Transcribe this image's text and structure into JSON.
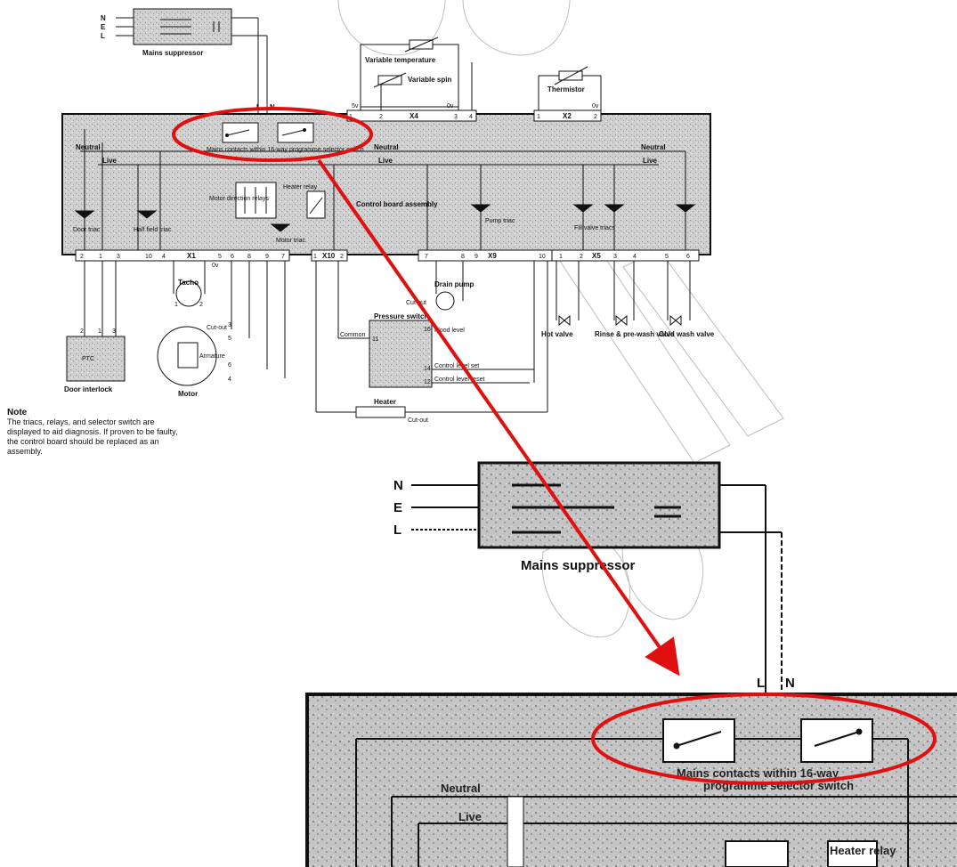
{
  "supply": {
    "n": "N",
    "e": "E",
    "l": "L"
  },
  "mains_suppressor": "Mains suppressor",
  "terminals": {
    "l": "L",
    "n": "N"
  },
  "mains_contacts": "Mains contacts within 16-way programme selector switch",
  "mains_contacts_zoom_line1": "Mains contacts within 16-way",
  "mains_contacts_zoom_line2": "programme selector switch",
  "variable_temperature": "Variable temperature",
  "variable_spin": "Variable spin",
  "thermistor": "Thermistor",
  "connectors": {
    "x1": "X1",
    "x2": "X2",
    "x4": "X4",
    "x5": "X5",
    "x9": "X9",
    "x10": "X10"
  },
  "rails": {
    "neutral": "Neutral",
    "live": "Live"
  },
  "supply_labels": {
    "five_v": "5v",
    "zero_v": "0v"
  },
  "pin_numbers": {
    "n1": "1",
    "n2": "2",
    "n3": "3",
    "n4": "4",
    "n5": "5",
    "n6": "6",
    "n7": "7",
    "n8": "8",
    "n9": "9",
    "n10": "10",
    "n11": "11",
    "n12": "12",
    "n14": "14",
    "n16": "16"
  },
  "board": {
    "control_board_assembly": "Control board assembly",
    "motor_direction_relays": "Motor direction relays",
    "heater_relay": "Heater relay",
    "door_triac": "Door triac",
    "half_field_triac": "Half field triac",
    "motor_triac": "Motor triac",
    "pump_triac": "Pump triac",
    "fill_valve_triacs": "Fill valve triacs"
  },
  "components": {
    "tacho": "Tacho",
    "motor": "Motor",
    "cut_out": "Cut-out",
    "armature": "Armature",
    "door_interlock": "Door interlock",
    "ptc": "PTC",
    "drain_pump": "Drain pump",
    "pressure_switch": "Pressure switch",
    "common": "Common",
    "flood_level": "Flood level",
    "control_level_set": "Control level set",
    "control_level_reset": "Control level reset",
    "heater": "Heater",
    "hot_valve": "Hot valve",
    "rinse_prewash_valve": "Rinse & pre-wash valve",
    "cold_wash_valve": "Cold wash valve"
  },
  "note": {
    "title": "Note",
    "text": "The triacs, relays, and selector switch are displayed to aid diagnosis.  If proven to be faulty, the control board should be replaced as an assembly."
  },
  "colors": {
    "annotation": "#e01010",
    "board_fill": "#c9c9c9",
    "line": "#111111"
  }
}
